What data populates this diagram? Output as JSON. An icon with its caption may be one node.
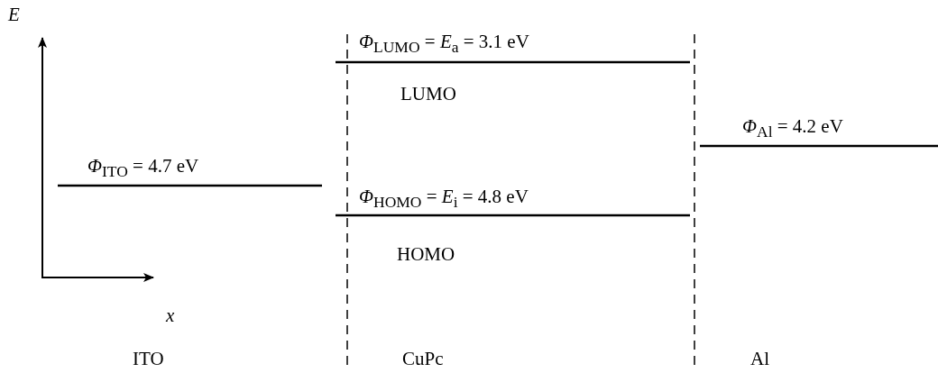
{
  "diagram": {
    "labels": [
      "E",
      "*Φ*$_{LUMO}$ = *E*$_{a}$ = 3.1 eV",
      "LUMO",
      "*Φ*$_{Al}$ = 4.2 eV",
      "*Φ*$_{ITO}$ = 4.7 eV",
      "*Φ*$_{HOMO}$ = *E*$_{i}$ = 4.8 eV",
      "HOMO",
      "x",
      "ITO",
      "CuPc",
      "Al"
    ]
  }
}
